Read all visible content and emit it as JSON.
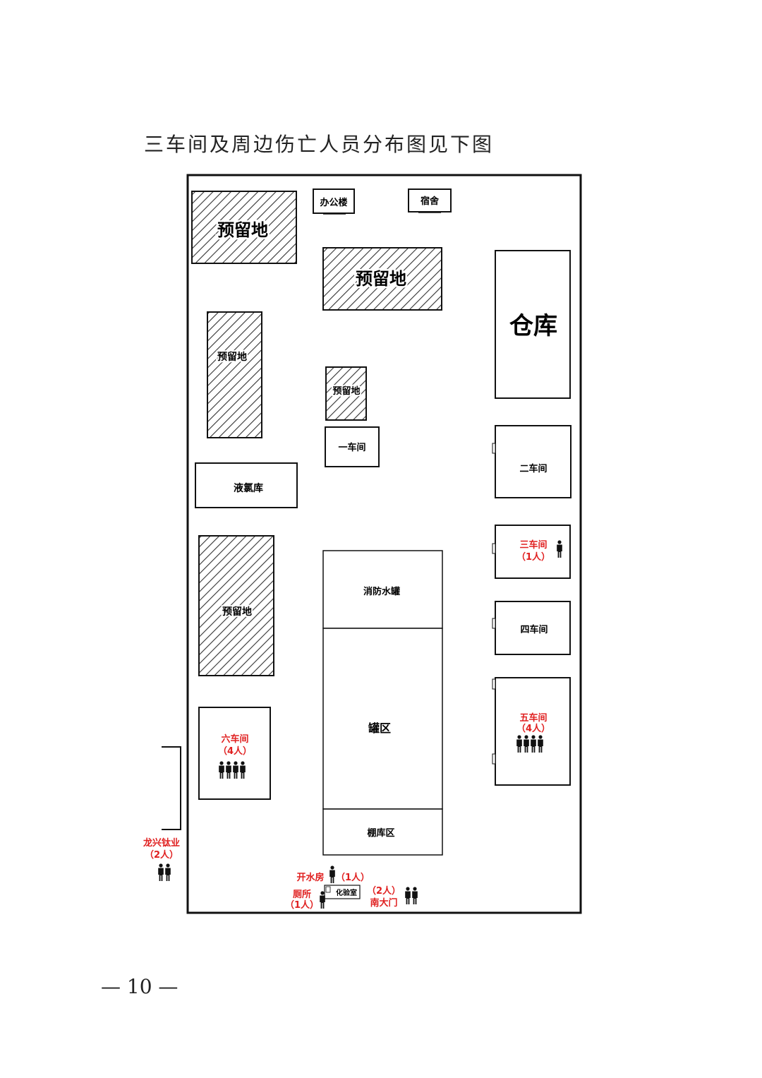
{
  "caption": "三车间及周边伤亡人员分布图见下图",
  "page_number": "— 10 —",
  "colors": {
    "casualty": "#e02020",
    "ink": "#111111",
    "hatch": "#333333"
  },
  "buildings": {
    "office": "办公楼",
    "dorm": "宿舍",
    "reserve": "预留地",
    "warehouse": "仓库",
    "workshop1": "一车间",
    "workshop2": "二车间",
    "liquid_chlorine": "液氯库",
    "workshop3": "三车间",
    "fire_tank": "消防水罐",
    "workshop4": "四车间",
    "tank_area": "罐区",
    "workshop5": "五车间",
    "workshop6": "六车间",
    "shed_area": "棚库区",
    "lab": "化验室"
  },
  "casualties": {
    "workshop3": {
      "label": "三车间",
      "count_text": "（1人）",
      "count": 1
    },
    "workshop5": {
      "label": "五车间",
      "count_text": "（4人）",
      "count": 4
    },
    "workshop6": {
      "label": "六车间",
      "count_text": "（4人）",
      "count": 4
    },
    "longxing": {
      "label": "龙兴钛业",
      "count_text": "（2人）",
      "count": 2
    },
    "boiler_room": {
      "label": "开水房",
      "count_text": "（1人）",
      "count": 1
    },
    "toilet": {
      "label": "厕所",
      "count_text": "（1人）",
      "count": 1
    },
    "south_gate": {
      "label": "南大门",
      "count_text": "（2人）",
      "count": 2
    }
  }
}
